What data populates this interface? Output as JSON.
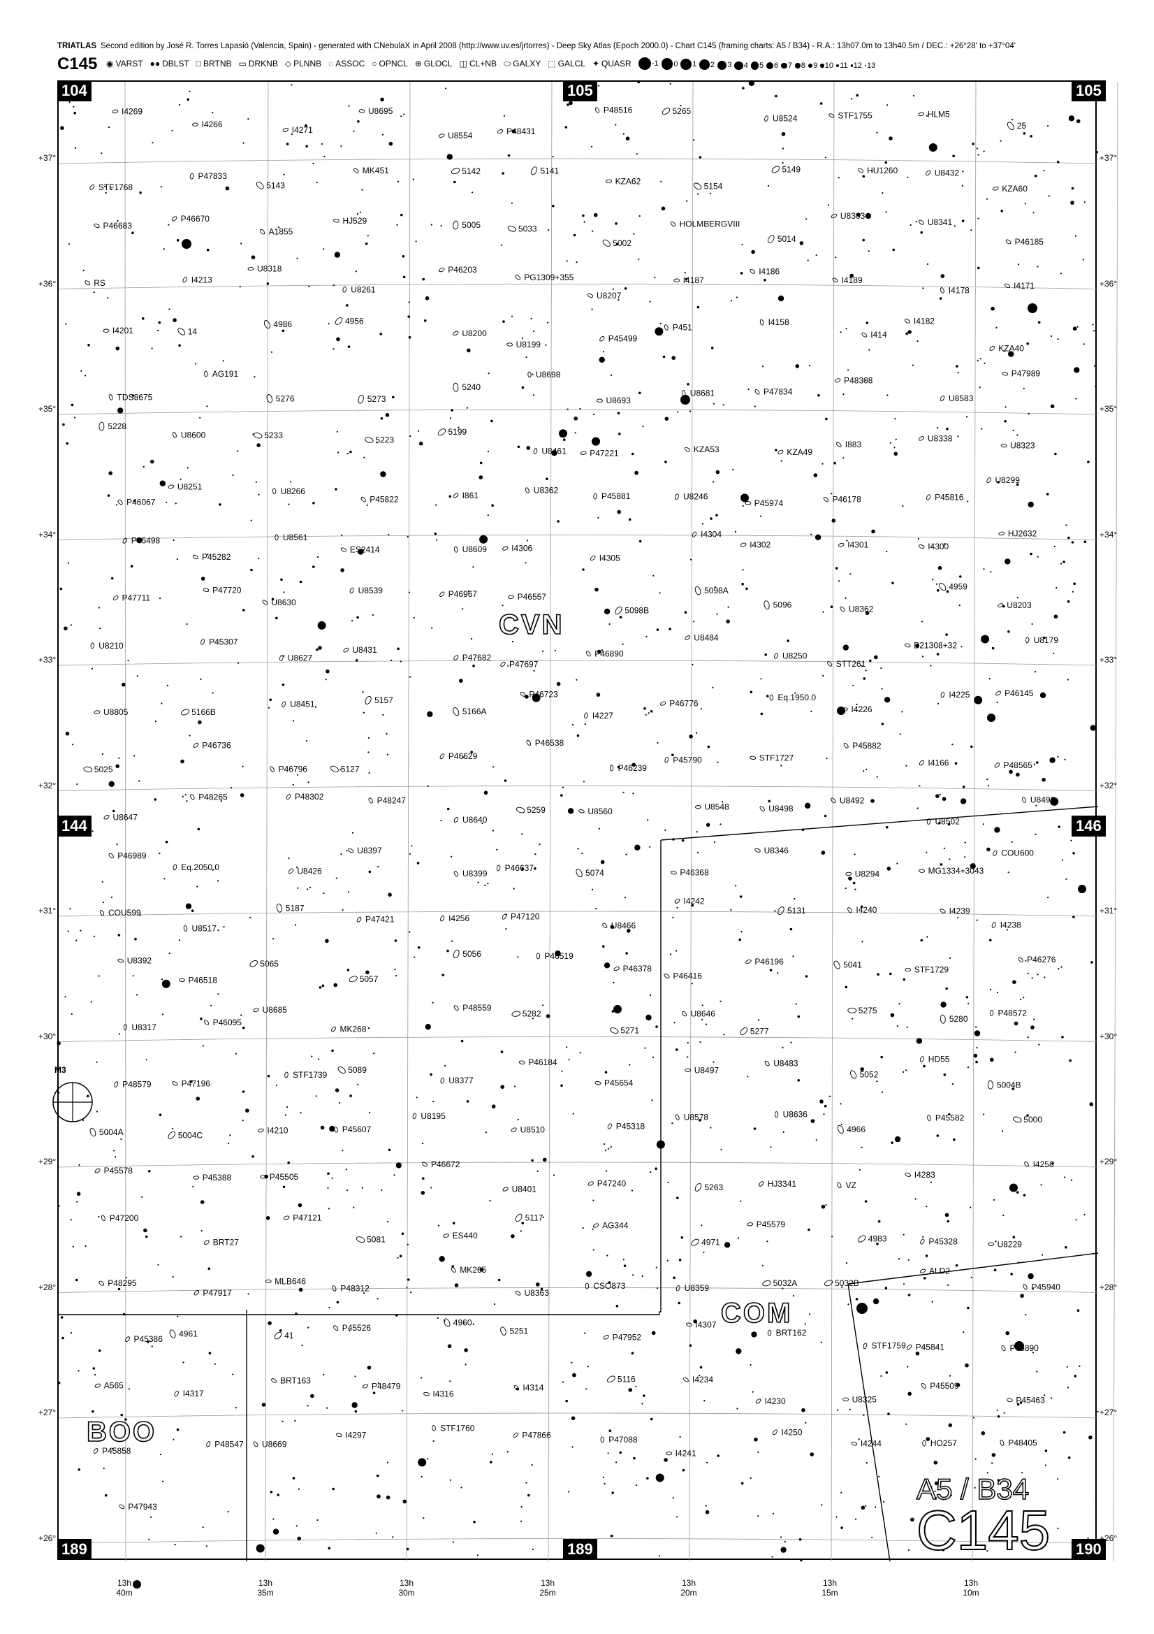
{
  "header": {
    "brand": "TRIATLAS",
    "text": "Second edition by José R. Torres Lapasió (Valencia, Spain) - generated with CNebulaX in April 2008 (http://www.uv.es/jrtorres) - Deep Sky Atlas (Epoch 2000.0) -  Chart C145 (framing charts: A5 / B34) - R.A.: 13h07.0m to 13h40.5m / DEC.: +26°28' to +37°04'",
    "chart_id": "C145"
  },
  "legend": {
    "items": [
      {
        "symbol": "varst",
        "label": "VARST"
      },
      {
        "symbol": "dblst",
        "label": "DBLST"
      },
      {
        "symbol": "brtnb",
        "label": "BRTNB"
      },
      {
        "symbol": "drknb",
        "label": "DRKNB"
      },
      {
        "symbol": "plnnb",
        "label": "PLNNB"
      },
      {
        "symbol": "assoc",
        "label": "ASSOC"
      },
      {
        "symbol": "opncl",
        "label": "OPNCL"
      },
      {
        "symbol": "glocl",
        "label": "GLOCL"
      },
      {
        "symbol": "clnb",
        "label": "CL+NB"
      },
      {
        "symbol": "galxy",
        "label": "GALXY"
      },
      {
        "symbol": "galcl",
        "label": "GALCL"
      },
      {
        "symbol": "quasr",
        "label": "QUASR"
      }
    ],
    "magnitudes": [
      "-1",
      "0",
      "1",
      "2",
      "3",
      "4",
      "5",
      "6",
      "7",
      "8",
      "9",
      "10",
      "11",
      "12",
      "13"
    ]
  },
  "tabs": {
    "top_left": "104",
    "top_mid": "105",
    "top_right": "105",
    "mid_left": "144",
    "mid_right": "146",
    "bottom_left": "189",
    "bottom_mid": "189",
    "bottom_right": "190"
  },
  "ra_labels": [
    {
      "h": "13h",
      "m": "40m"
    },
    {
      "h": "13h",
      "m": "35m"
    },
    {
      "h": "13h",
      "m": "30m"
    },
    {
      "h": "13h",
      "m": "25m"
    },
    {
      "h": "13h",
      "m": "20m"
    },
    {
      "h": "13h",
      "m": "15m"
    },
    {
      "h": "13h",
      "m": "10m"
    }
  ],
  "dec_labels": [
    "+37°",
    "+36°",
    "+35°",
    "+34°",
    "+33°",
    "+32°",
    "+31°",
    "+30°",
    "+29°",
    "+28°",
    "+27°",
    "+26°"
  ],
  "constellations": [
    "CVN",
    "COM",
    "BOO"
  ],
  "framing": {
    "sub": "A5 / B34",
    "main": "C145"
  },
  "objects": [
    {
      "t": "I4269"
    },
    {
      "t": "I4266"
    },
    {
      "t": "I4271"
    },
    {
      "t": "U8695"
    },
    {
      "t": "U8554"
    },
    {
      "t": "P48431"
    },
    {
      "t": "P48516"
    },
    {
      "t": "5265"
    },
    {
      "t": "U8524"
    },
    {
      "t": "STF1755"
    },
    {
      "t": "HLM5"
    },
    {
      "t": "25"
    },
    {
      "t": "STF1768"
    },
    {
      "t": "P47833"
    },
    {
      "t": "5143"
    },
    {
      "t": "MK451"
    },
    {
      "t": "5142"
    },
    {
      "t": "5141"
    },
    {
      "t": "KZA62"
    },
    {
      "t": "5154"
    },
    {
      "t": "5149"
    },
    {
      "t": "HU1260"
    },
    {
      "t": "U8432"
    },
    {
      "t": "KZA60"
    },
    {
      "t": "P46683"
    },
    {
      "t": "P46670"
    },
    {
      "t": "A1855"
    },
    {
      "t": "HJ529"
    },
    {
      "t": "5005"
    },
    {
      "t": "5033"
    },
    {
      "t": "5002"
    },
    {
      "t": "HOLMBERGVIII"
    },
    {
      "t": "5014"
    },
    {
      "t": "U8303"
    },
    {
      "t": "U8341"
    },
    {
      "t": "P46185"
    },
    {
      "t": "RS"
    },
    {
      "t": "I4213"
    },
    {
      "t": "U8318"
    },
    {
      "t": "U8261"
    },
    {
      "t": "P46203"
    },
    {
      "t": "PG1309+355"
    },
    {
      "t": "U8207"
    },
    {
      "t": "I4187"
    },
    {
      "t": "I4186"
    },
    {
      "t": "I4189"
    },
    {
      "t": "I4178"
    },
    {
      "t": "I4171"
    },
    {
      "t": "I4201"
    },
    {
      "t": "14"
    },
    {
      "t": "4986"
    },
    {
      "t": "4956"
    },
    {
      "t": "U8200"
    },
    {
      "t": "U8199"
    },
    {
      "t": "P45499"
    },
    {
      "t": "P451"
    },
    {
      "t": "I4158"
    },
    {
      "t": "I414"
    },
    {
      "t": "I4182"
    },
    {
      "t": "KZA40"
    },
    {
      "t": "TDS8675"
    },
    {
      "t": "AG191"
    },
    {
      "t": "5276"
    },
    {
      "t": "5273"
    },
    {
      "t": "5240"
    },
    {
      "t": "U8698"
    },
    {
      "t": "U8693"
    },
    {
      "t": "U8681"
    },
    {
      "t": "P47834"
    },
    {
      "t": "P48308"
    },
    {
      "t": "U8583"
    },
    {
      "t": "P47989"
    },
    {
      "t": "5228"
    },
    {
      "t": "U8600"
    },
    {
      "t": "5233"
    },
    {
      "t": "5223"
    },
    {
      "t": "5199"
    },
    {
      "t": "U8461"
    },
    {
      "t": "P47221"
    },
    {
      "t": "KZA53"
    },
    {
      "t": "KZA49"
    },
    {
      "t": "I883"
    },
    {
      "t": "U8338"
    },
    {
      "t": "U8323"
    },
    {
      "t": "P46067"
    },
    {
      "t": "U8251"
    },
    {
      "t": "U8266"
    },
    {
      "t": "P45822"
    },
    {
      "t": "I861"
    },
    {
      "t": "U8362"
    },
    {
      "t": "P45881"
    },
    {
      "t": "U8246"
    },
    {
      "t": "P45974"
    },
    {
      "t": "P46178"
    },
    {
      "t": "P45816"
    },
    {
      "t": "U8299"
    },
    {
      "t": "P45498"
    },
    {
      "t": "P45282"
    },
    {
      "t": "U8561"
    },
    {
      "t": "ES2414"
    },
    {
      "t": "U8609"
    },
    {
      "t": "I4306"
    },
    {
      "t": "I4305"
    },
    {
      "t": "I4304"
    },
    {
      "t": "I4302"
    },
    {
      "t": "I4301"
    },
    {
      "t": "I4300"
    },
    {
      "t": "HJ2632"
    },
    {
      "t": "P47711"
    },
    {
      "t": "P47720"
    },
    {
      "t": "U8630"
    },
    {
      "t": "U8539"
    },
    {
      "t": "P46967"
    },
    {
      "t": "P46557"
    },
    {
      "t": "5098B"
    },
    {
      "t": "5098A"
    },
    {
      "t": "5096"
    },
    {
      "t": "U8362"
    },
    {
      "t": "4959"
    },
    {
      "t": "U8203"
    },
    {
      "t": "U8210"
    },
    {
      "t": "P45307"
    },
    {
      "t": "U8627"
    },
    {
      "t": "U8431"
    },
    {
      "t": "P47682"
    },
    {
      "t": "P47697"
    },
    {
      "t": "P46890"
    },
    {
      "t": "U8484"
    },
    {
      "t": "U8250"
    },
    {
      "t": "STT261"
    },
    {
      "t": "B21308+32"
    },
    {
      "t": "U8179"
    },
    {
      "t": "U8805"
    },
    {
      "t": "5166B"
    },
    {
      "t": "U8451"
    },
    {
      "t": "5157"
    },
    {
      "t": "5166A"
    },
    {
      "t": "P46723"
    },
    {
      "t": "I4227"
    },
    {
      "t": "P46776"
    },
    {
      "t": "Eq.1950.0"
    },
    {
      "t": "I4226"
    },
    {
      "t": "I4225"
    },
    {
      "t": "P46145"
    },
    {
      "t": "5025"
    },
    {
      "t": "P46736"
    },
    {
      "t": "P46796"
    },
    {
      "t": "5127"
    },
    {
      "t": "P46629"
    },
    {
      "t": "P46538"
    },
    {
      "t": "P46239"
    },
    {
      "t": "P45790"
    },
    {
      "t": "STF1727"
    },
    {
      "t": "P45882"
    },
    {
      "t": "I4166"
    },
    {
      "t": "P48565"
    },
    {
      "t": "U8647"
    },
    {
      "t": "P48265"
    },
    {
      "t": "P48302"
    },
    {
      "t": "P48247"
    },
    {
      "t": "U8640"
    },
    {
      "t": "5259"
    },
    {
      "t": "U8560"
    },
    {
      "t": "U8548"
    },
    {
      "t": "U8498"
    },
    {
      "t": "U8492"
    },
    {
      "t": "U8502"
    },
    {
      "t": "U8496"
    },
    {
      "t": "P46989"
    },
    {
      "t": "Eq.2050.0"
    },
    {
      "t": "U8426"
    },
    {
      "t": "U8397"
    },
    {
      "t": "U8399"
    },
    {
      "t": "P46637"
    },
    {
      "t": "5074"
    },
    {
      "t": "P46368"
    },
    {
      "t": "U8346"
    },
    {
      "t": "U8294"
    },
    {
      "t": "MG1334+3043"
    },
    {
      "t": "COU600"
    },
    {
      "t": "COU599"
    },
    {
      "t": "U8517"
    },
    {
      "t": "5187"
    },
    {
      "t": "P47421"
    },
    {
      "t": "I4256"
    },
    {
      "t": "P47120"
    },
    {
      "t": "U8466"
    },
    {
      "t": "I4242"
    },
    {
      "t": "5131"
    },
    {
      "t": "I4240"
    },
    {
      "t": "I4239"
    },
    {
      "t": "I4238"
    },
    {
      "t": "U8392"
    },
    {
      "t": "P46518"
    },
    {
      "t": "5065"
    },
    {
      "t": "5057"
    },
    {
      "t": "5056"
    },
    {
      "t": "P46519"
    },
    {
      "t": "P46378"
    },
    {
      "t": "P46416"
    },
    {
      "t": "P46196"
    },
    {
      "t": "5041"
    },
    {
      "t": "STF1729"
    },
    {
      "t": "P46276"
    },
    {
      "t": "U8317"
    },
    {
      "t": "P46095"
    },
    {
      "t": "U8685"
    },
    {
      "t": "MK268"
    },
    {
      "t": "P48559"
    },
    {
      "t": "5282"
    },
    {
      "t": "5271"
    },
    {
      "t": "U8646"
    },
    {
      "t": "5277"
    },
    {
      "t": "5275"
    },
    {
      "t": "5280"
    },
    {
      "t": "P48572"
    },
    {
      "t": "P48579"
    },
    {
      "t": "P47196"
    },
    {
      "t": "STF1739"
    },
    {
      "t": "5089"
    },
    {
      "t": "U8377"
    },
    {
      "t": "P46184"
    },
    {
      "t": "P45654"
    },
    {
      "t": "U8497"
    },
    {
      "t": "U8483"
    },
    {
      "t": "5052"
    },
    {
      "t": "HD55"
    },
    {
      "t": "5004B"
    },
    {
      "t": "5004A"
    },
    {
      "t": "5004C"
    },
    {
      "t": "I4210"
    },
    {
      "t": "P45607"
    },
    {
      "t": "U8195"
    },
    {
      "t": "U8510"
    },
    {
      "t": "P45318"
    },
    {
      "t": "U8578"
    },
    {
      "t": "U8636"
    },
    {
      "t": "4966"
    },
    {
      "t": "P45582"
    },
    {
      "t": "5000"
    },
    {
      "t": "P45578"
    },
    {
      "t": "P45388"
    },
    {
      "t": "P45505"
    },
    {
      "t": "M3"
    },
    {
      "t": "P46672"
    },
    {
      "t": "U8401"
    },
    {
      "t": "P47240"
    },
    {
      "t": "5263"
    },
    {
      "t": "HJ3341"
    },
    {
      "t": "VZ"
    },
    {
      "t": "I4283"
    },
    {
      "t": "I4258"
    },
    {
      "t": "P47200"
    },
    {
      "t": "BRT27"
    },
    {
      "t": "P47121"
    },
    {
      "t": "5081"
    },
    {
      "t": "ES440"
    },
    {
      "t": "5117"
    },
    {
      "t": "AG344"
    },
    {
      "t": "4971"
    },
    {
      "t": "P45579"
    },
    {
      "t": "4983"
    },
    {
      "t": "P45328"
    },
    {
      "t": "U8229"
    },
    {
      "t": "P48295"
    },
    {
      "t": "P47917"
    },
    {
      "t": "MLB646"
    },
    {
      "t": "P48312"
    },
    {
      "t": "MK265"
    },
    {
      "t": "U8363"
    },
    {
      "t": "CSO873"
    },
    {
      "t": "U8359"
    },
    {
      "t": "5032A"
    },
    {
      "t": "5032B"
    },
    {
      "t": "ALD2"
    },
    {
      "t": "P45940"
    },
    {
      "t": "P45386"
    },
    {
      "t": "4961"
    },
    {
      "t": "41"
    },
    {
      "t": "P45526"
    },
    {
      "t": "4960"
    },
    {
      "t": "5251"
    },
    {
      "t": "P47952"
    },
    {
      "t": "I4307"
    },
    {
      "t": "BRT162"
    },
    {
      "t": "STF1759"
    },
    {
      "t": "P45841"
    },
    {
      "t": "P45890"
    },
    {
      "t": "A565"
    },
    {
      "t": "I4317"
    },
    {
      "t": "BRT163"
    },
    {
      "t": "P48479"
    },
    {
      "t": "I4316"
    },
    {
      "t": "I4314"
    },
    {
      "t": "5116"
    },
    {
      "t": "I4234"
    },
    {
      "t": "I4230"
    },
    {
      "t": "U8325"
    },
    {
      "t": "P45509"
    },
    {
      "t": "P45463"
    },
    {
      "t": "P45858"
    },
    {
      "t": "P48547"
    },
    {
      "t": "U8669"
    },
    {
      "t": "I4297"
    },
    {
      "t": "STF1760"
    },
    {
      "t": "P47866"
    },
    {
      "t": "P47088"
    },
    {
      "t": "I4241"
    },
    {
      "t": "I4250"
    },
    {
      "t": "I4244"
    },
    {
      "t": "HO257"
    },
    {
      "t": "P48405"
    },
    {
      "t": "P47943"
    }
  ]
}
